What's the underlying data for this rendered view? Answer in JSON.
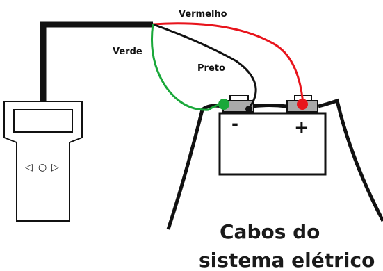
{
  "labels": {
    "red_wire": "Vermelho",
    "green_wire": "Verde",
    "black_wire": "Preto"
  },
  "battery": {
    "negative_symbol": "-",
    "positive_symbol": "+"
  },
  "caption": {
    "line1": "Cabos do",
    "line2": "sistema elétrico"
  },
  "device": {
    "keypad": [
      "◁",
      "○",
      "▷"
    ]
  },
  "colors": {
    "red_wire": "#e8141c",
    "green_wire": "#1aa83a",
    "black_wire": "#111111",
    "terminal": "#a9a9a9"
  }
}
